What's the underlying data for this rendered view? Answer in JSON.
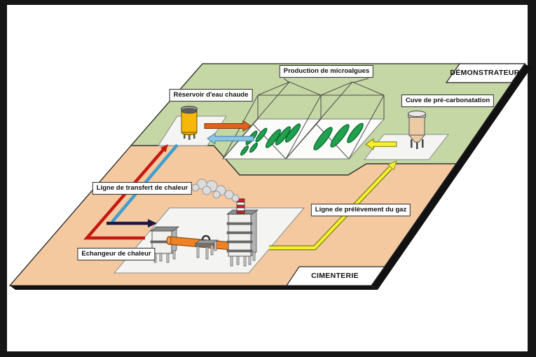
{
  "zones": {
    "demonstrateur": "DÉMONSTRATEUR",
    "cimenterie": "CIMENTERIE"
  },
  "labels": {
    "production": "Production de microalgues",
    "reservoir": "Réservoir d'eau chaude",
    "cuve": "Cuve de pré-carbonatation",
    "transfert": "Ligne de transfert de chaleur",
    "prelevement": "Ligne de prélèvement du gaz",
    "echangeur": "Echangeur de chaleur"
  },
  "colors": {
    "zone_demonstrateur": "#c5d7a5",
    "zone_cimenterie": "#f5c9a0",
    "heat_supply_line": "#c41a0f",
    "heat_return_line": "#3f9fd0",
    "heat_return_dark": "#191945",
    "gas_line": "#f7f12c",
    "algae_pond": "#21a14e",
    "hot_water_tank": "#f6b60a",
    "rotary_kiln": "#ef8224"
  }
}
